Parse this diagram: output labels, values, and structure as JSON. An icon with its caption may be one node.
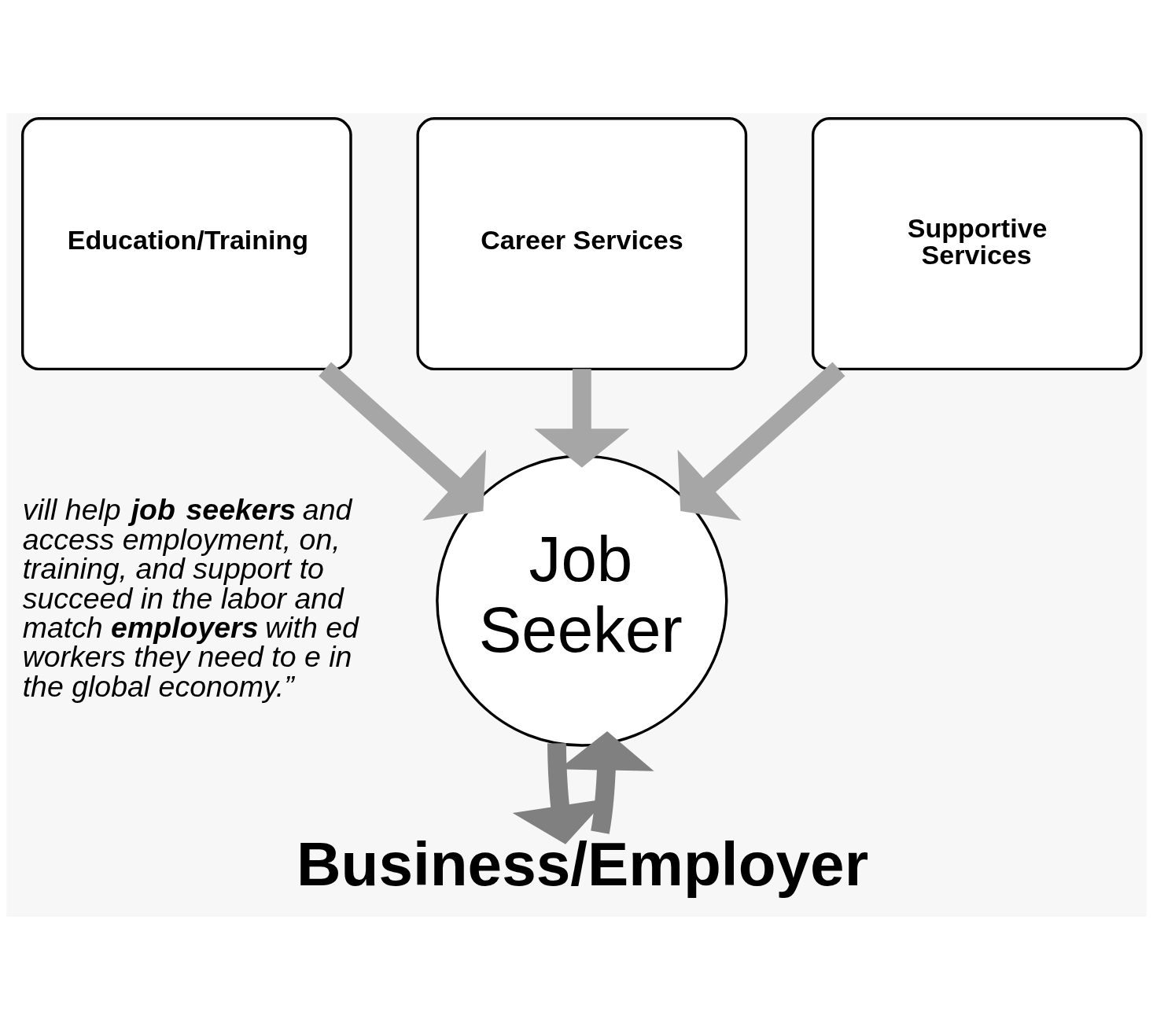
{
  "diagram": {
    "nodes": [
      {
        "text": [
          "Career Services"
        ]
      },
      {
        "text": [
          "Education/Training"
        ]
      },
      {
        "text": [
          "Supportive Services"
        ]
      },
      {
        "text": [
          "Job Seeker"
        ]
      },
      {
        "text": [
          "Business/Employer"
        ]
      }
    ],
    "edges": [
      {
        "from": 1,
        "to": 3,
        "arrow": "to"
      },
      {
        "from": 0,
        "to": 3,
        "arrow": "to"
      },
      {
        "from": 2,
        "to": 3,
        "arrow": "to"
      },
      {
        "from": 3,
        "to": 4,
        "arrow": "to",
        "color": "#808080"
      },
      {
        "from": 4,
        "to": 3,
        "arrow": "to",
        "color": "#808080"
      }
    ],
    "labels": [
      "vill help **job seekers** and access employment, on, training, and support to succeed in the labor and match **employers** with ed workers they need to e in the global economy.”"
    ]
  }
}
